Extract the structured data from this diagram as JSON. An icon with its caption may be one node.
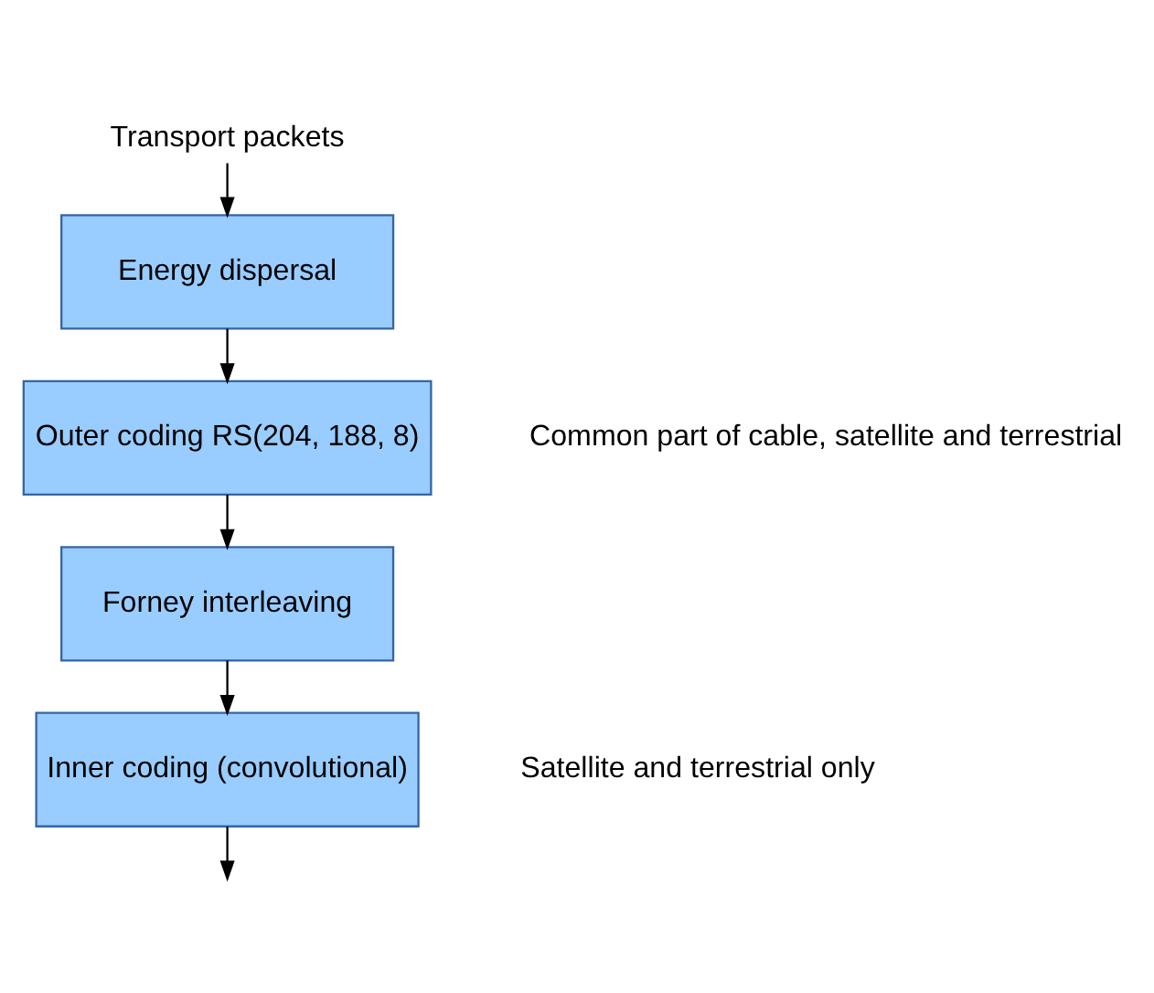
{
  "diagram": {
    "nodes": [
      {
        "text": [
          "Transport packets"
        ]
      },
      {
        "text": [
          "Energy dispersal"
        ]
      },
      {
        "text": [
          "Outer coding RS(204, 188, 8)"
        ]
      },
      {
        "text": [
          "Forney interleaving"
        ]
      },
      {
        "text": [
          "Inner coding (convolutional)"
        ]
      }
    ],
    "edges": [
      {
        "from": 0,
        "to": 1,
        "arrow": "to"
      },
      {
        "from": 1,
        "to": 2,
        "arrow": "to"
      },
      {
        "from": 2,
        "to": 3,
        "arrow": "to"
      },
      {
        "from": 3,
        "to": 4,
        "arrow": "to"
      },
      {
        "from": 4,
        "to": null,
        "arrow": "to"
      }
    ],
    "labels": [
      "Common part of cable, satellite and terrestrial",
      "Satellite and terrestrial only"
    ]
  }
}
